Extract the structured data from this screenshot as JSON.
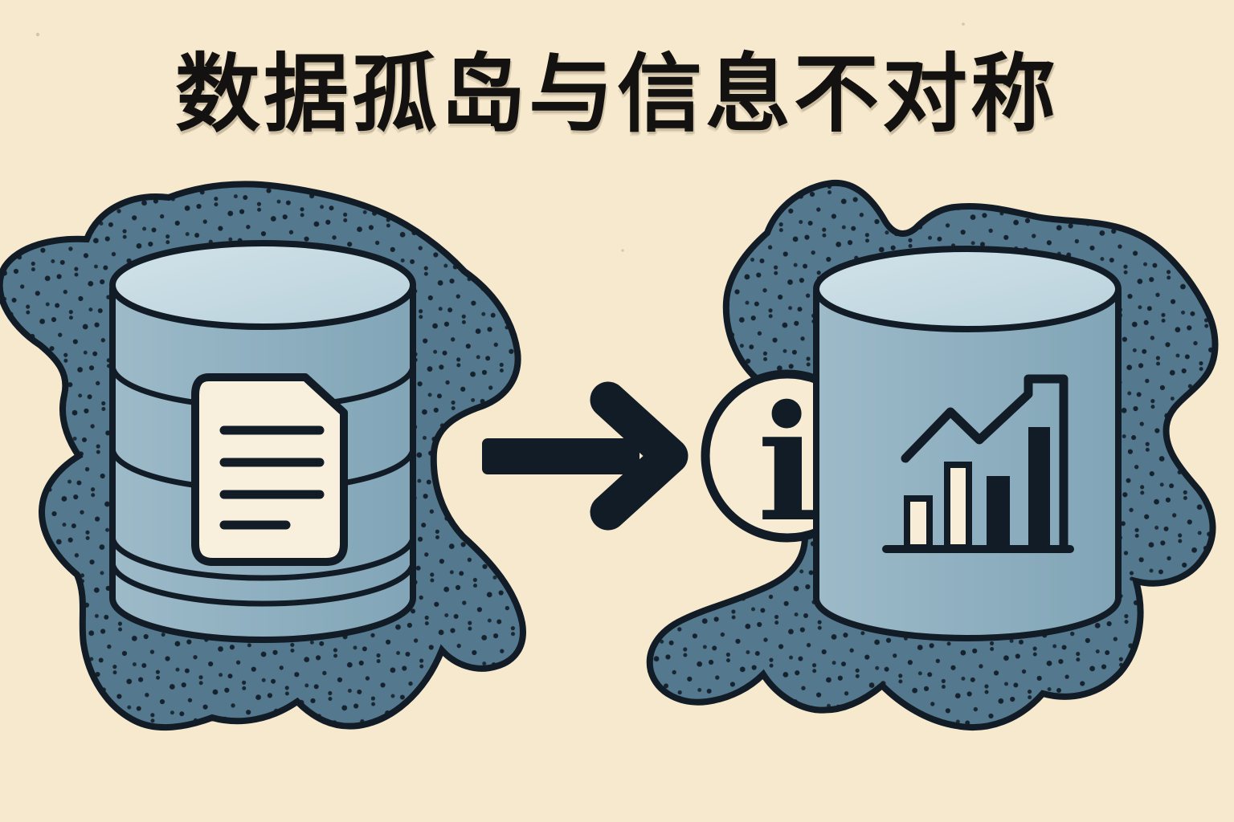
{
  "title": {
    "text": "数据孤岛与信息不对称"
  },
  "scene": {
    "left_island": {
      "name": "data-silo-island",
      "contains": [
        "database-cylinder-with-bands",
        "document-icon"
      ]
    },
    "flow_arrow": {
      "direction": "right"
    },
    "info_badge": {
      "glyph": "i"
    },
    "right_island": {
      "name": "information-island",
      "contains": [
        "database-cylinder",
        "bar-chart-icon"
      ]
    }
  },
  "bar_chart_icon": {
    "type": "bar",
    "bars": [
      {
        "style": "outline-cream",
        "relative_height": 0.41
      },
      {
        "style": "outline-cream",
        "relative_height": 0.69
      },
      {
        "style": "solid-ink",
        "relative_height": 0.59
      },
      {
        "style": "solid-ink",
        "relative_height": 1.0
      }
    ],
    "trend_line": "rising-zigzag-with-step"
  },
  "document_icon": {
    "text_lines": 4,
    "folded_corner": "top-right"
  },
  "colors": {
    "background": "#f6e9ce",
    "island_fill": "#54798e",
    "ink": "#121c26",
    "cylinder_body": "#8badbe",
    "cylinder_top": "#c7dbe4",
    "paper_cream": "#f8f0dc",
    "badge_cream": "#f7ecd3"
  }
}
